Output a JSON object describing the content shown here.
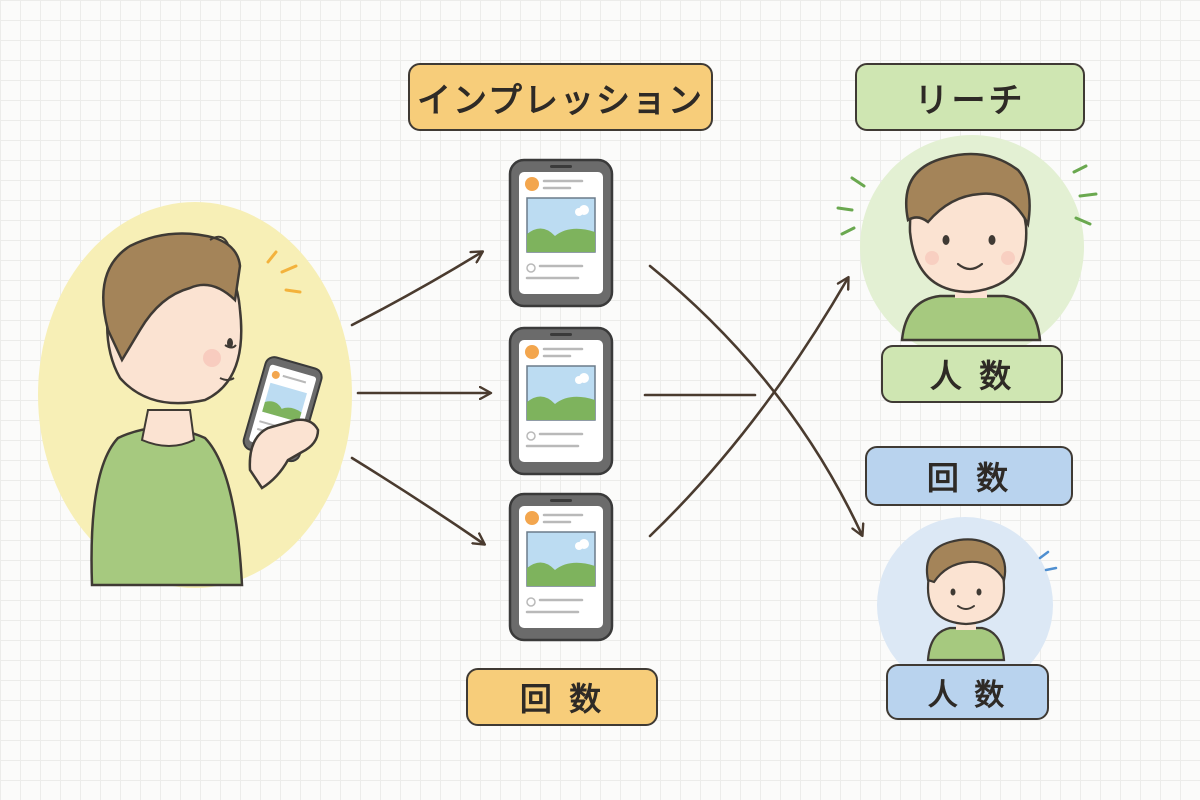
{
  "impression": {
    "title": "インプレッション",
    "count_label": "回 数"
  },
  "reach": {
    "title": "リーチ",
    "people_label": "人 数"
  },
  "secondary": {
    "count_label": "回 数",
    "people_label": "人 数"
  },
  "colors": {
    "impression": "#f7cd7a",
    "reach": "#cfe6b2",
    "secondary": "#b9d3ee",
    "ink": "#3f3a34"
  }
}
